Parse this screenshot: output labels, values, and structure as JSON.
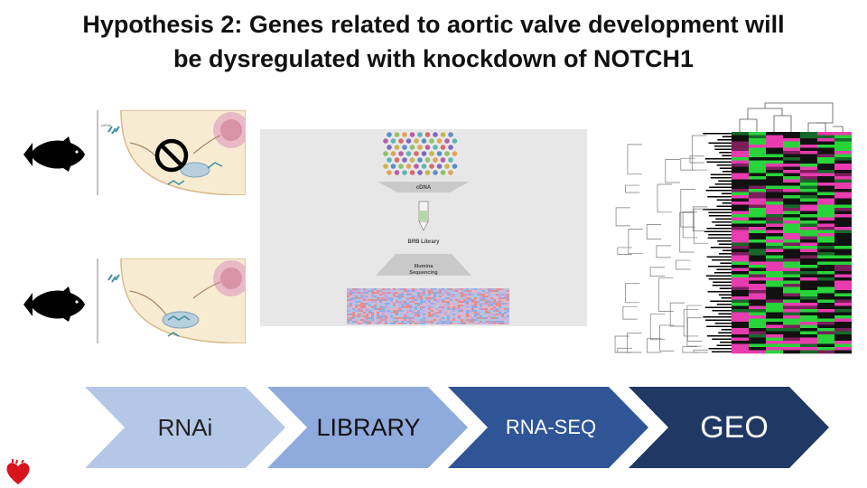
{
  "slide": {
    "title_line1": "Hypothesis 2: Genes related to aortic valve development will",
    "title_line2": "be dysregulated with knockdown of NOTCH1"
  },
  "library_figure": {
    "cdna_label": "cDNA",
    "brb_label": "BRB Library",
    "illumina_label_line1": "Illumina",
    "illumina_label_line2": "Sequencing"
  },
  "workflow": {
    "steps": [
      {
        "label": "RNAi",
        "color": "#b4c7e7",
        "text_color": "#222222"
      },
      {
        "label": "LIBRARY",
        "color": "#8faadc",
        "text_color": "#111111"
      },
      {
        "label": "RNA-SEQ",
        "color": "#2f5597",
        "text_color": "#ffffff"
      },
      {
        "label": "GEO",
        "color": "#203864",
        "text_color": "#ffffff"
      }
    ]
  },
  "icons": {
    "fish": "fish-silhouette-icon",
    "prohibit": "no-sign-icon",
    "logo": "heart-logo-icon"
  },
  "colors": {
    "heatmap_high": "#e83cb0",
    "heatmap_low": "#29d43a",
    "heatmap_mid": "#111111"
  }
}
